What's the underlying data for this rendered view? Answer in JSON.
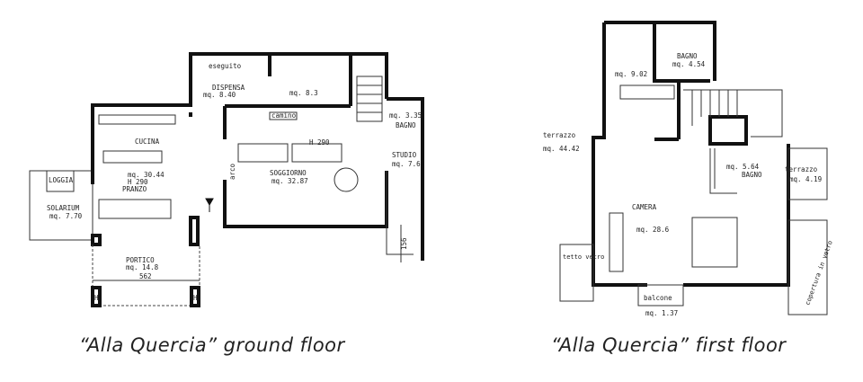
{
  "ground_floor": {
    "caption": "“Alla Quercia” ground floor",
    "labels": {
      "eseguito": "eseguito",
      "dispensa": "DISPENSA",
      "dispensa_area": "mq. 8.40",
      "room_area": "mq. 8.3",
      "camino": "camino",
      "bagno": "BAGNO",
      "bagno_area": "mq. 3.35",
      "cucina": "CUCINA",
      "h_soggiorno": "H 290",
      "studio": "STUDIO",
      "studio_area": "mq. 7.6",
      "cucina_area": "mq. 30.44",
      "h_pranzo": "H 290",
      "pranzo": "PRANZO",
      "soggiorno": "SOGGIORNO",
      "soggiorno_area": "mq. 32.87",
      "arco": "arco",
      "loggia": "LOGGIA",
      "solarium": "SOLARIUM",
      "solarium_area": "mq. 7.70",
      "portico": "PORTICO",
      "portico_area": "mq. 14.8",
      "dim_width": "562",
      "dim_height": "156",
      "pillar_left": "H",
      "pillar_right": "H"
    }
  },
  "first_floor": {
    "caption": "“Alla Quercia” first floor",
    "labels": {
      "room_area_top": "mq. 9.02",
      "bagno_top": "BAGNO",
      "bagno_top_area": "mq. 4.54",
      "terrazzo_left": "terrazzo",
      "terrazzo_left_area": "mq. 44.42",
      "bagno_mid_area": "mq. 5.64",
      "bagno_mid": "BAGNO",
      "terrazzo_right": "terrazzo",
      "terrazzo_right_area": "mq. 4.19",
      "camera": "CAMERA",
      "camera_area": "mq. 28.6",
      "tetto_vetro": "tetto vetro",
      "copertura_in_vetro": "copertura in vetro",
      "balcone": "balcone",
      "balcone_area": "mq. 1.37"
    }
  }
}
